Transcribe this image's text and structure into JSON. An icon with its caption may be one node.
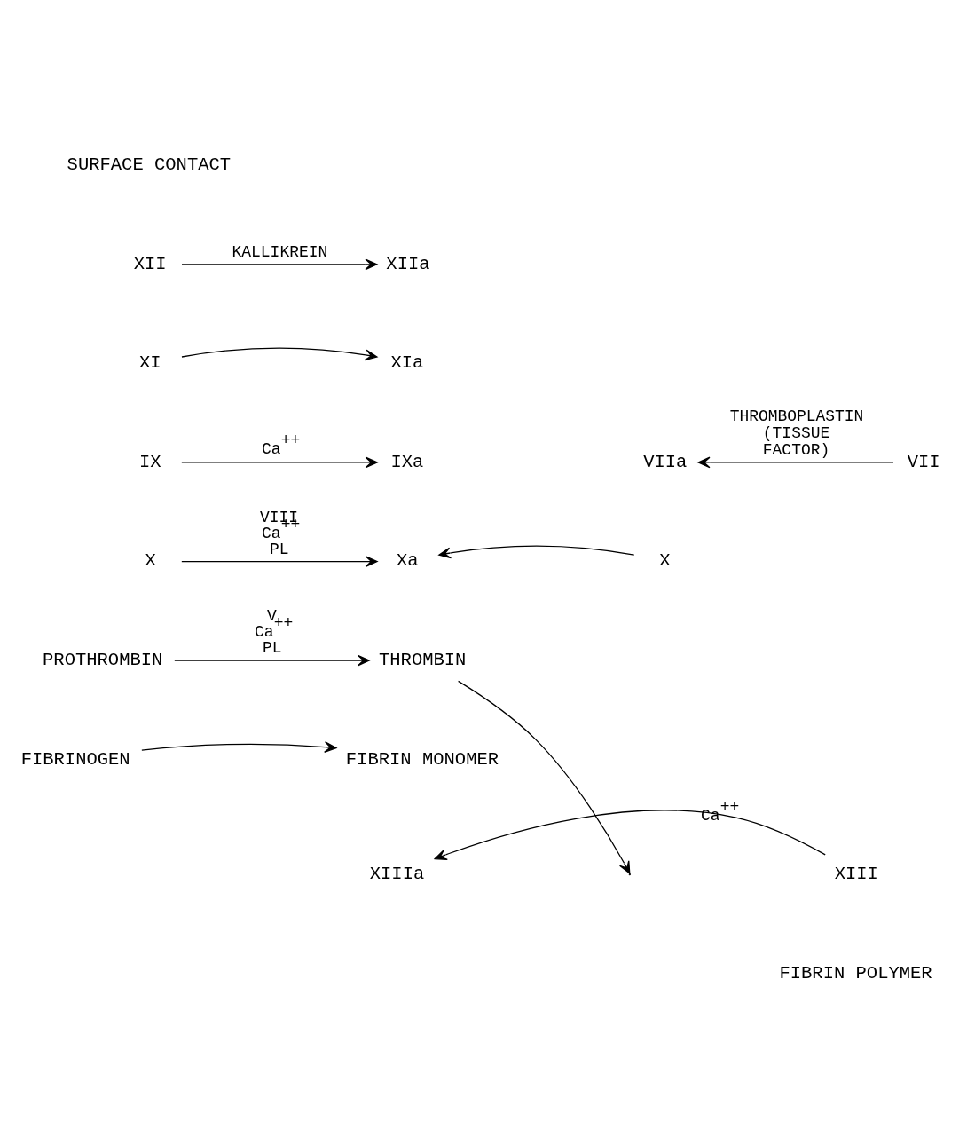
{
  "diagram": {
    "nodes": [
      {
        "text": [
          "XII"
        ]
      },
      {
        "text": [
          "XIIa"
        ]
      },
      {
        "text": [
          "XI"
        ]
      },
      {
        "text": [
          "XIa"
        ]
      },
      {
        "text": [
          "IX"
        ]
      },
      {
        "text": [
          "IXa"
        ]
      },
      {
        "text": [
          "VIIa"
        ]
      },
      {
        "text": [
          "VII"
        ]
      },
      {
        "text": [
          "X"
        ]
      },
      {
        "text": [
          "Xa"
        ]
      },
      {
        "text": [
          "X"
        ]
      },
      {
        "text": [
          "PROTHROMBIN"
        ]
      },
      {
        "text": [
          "THROMBIN"
        ]
      },
      {
        "text": [
          "FIBRINOGEN"
        ]
      },
      {
        "text": [
          "FIBRIN MONOMER"
        ]
      },
      {
        "text": [
          "XIIIa"
        ]
      },
      {
        "text": [
          "XIII"
        ]
      }
    ],
    "edges": [
      {
        "from": 0,
        "to": 1,
        "arrow": "to",
        "label": "KALLIKREIN"
      },
      {
        "from": 2,
        "to": 3,
        "arrow": "to"
      },
      {
        "from": 4,
        "to": 5,
        "arrow": "to",
        "label": "Ca$^{++}$"
      },
      {
        "from": 7,
        "to": 6,
        "arrow": "to",
        "label": "THROMBOPLASTIN (TISSUE FACTOR)"
      },
      {
        "from": 8,
        "to": 9,
        "arrow": "to",
        "label": "VIII Ca$^{++}$ PL"
      },
      {
        "from": 10,
        "to": 9,
        "arrow": "to"
      },
      {
        "from": 11,
        "to": 12,
        "arrow": "to",
        "label": "V Ca$^{++}$ PL"
      },
      {
        "from": 12,
        "to": null,
        "arrow": "to"
      },
      {
        "from": 16,
        "to": 15,
        "arrow": "to",
        "label": "Ca$^{++}$"
      },
      {
        "from": 13,
        "to": 14,
        "arrow": "to"
      }
    ],
    "labels": [
      "SURFACE CONTACT",
      "FIBRIN POLYMER"
    ]
  }
}
